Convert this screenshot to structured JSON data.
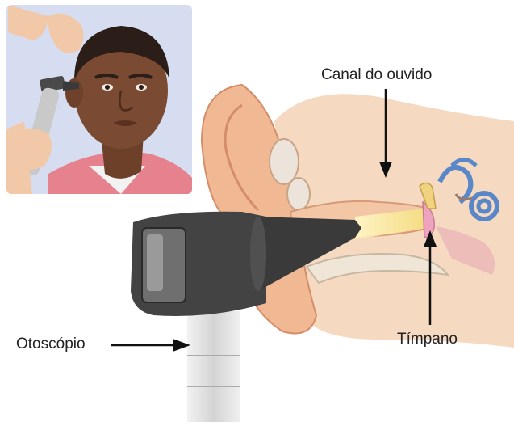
{
  "labels": {
    "ear_canal": "Canal do ouvido",
    "eardrum": "Tímpano",
    "otoscope": "Otoscópio"
  },
  "colors": {
    "skin": "#f5c9a8",
    "skin_shadow": "#e5a88a",
    "ear_inner": "#efbd9a",
    "bone": "#efe6d8",
    "eardrum_pink": "#f0a3be",
    "light_beam": "#f6e7a0",
    "otoscope_dark": "#3f3f3f",
    "otoscope_handle": "#d9d9d9",
    "inset_bg": "#d7ddf0",
    "face_skin": "#7a4a32",
    "shirt": "#e6828e",
    "arrow": "#111111"
  }
}
